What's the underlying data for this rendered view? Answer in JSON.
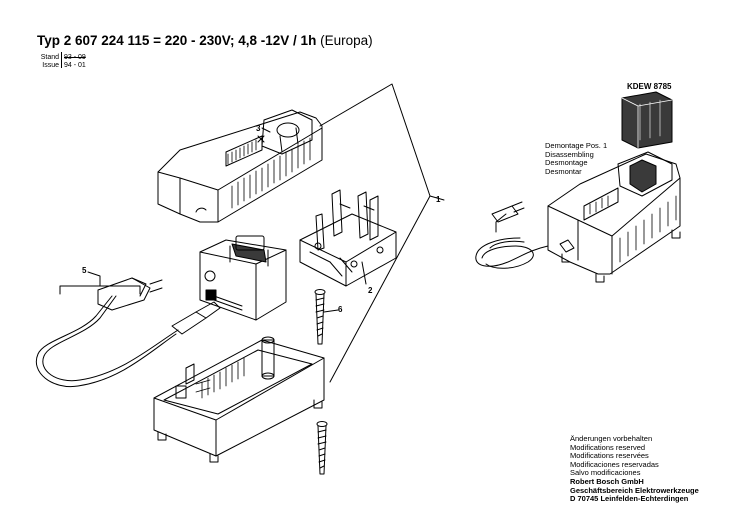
{
  "header": {
    "title_bold": "Typ 2 607 224 115  = 220 - 230V; 4,8 -12V / 1h",
    "title_suffix": " (Europa)",
    "stand_label": "Stand",
    "stand_value": "93 - 09",
    "issue_label": "Issue",
    "issue_value": "94 - 01"
  },
  "callouts": {
    "c1": "1",
    "c2": "2",
    "c3": "3",
    "c5": "5",
    "c6": "6"
  },
  "tool": {
    "code": "KDEW 8785",
    "note_lines": [
      "Demontage Pos. 1",
      "Disassembling",
      "Desmontage",
      "Desmontar"
    ]
  },
  "footer": {
    "notice_lines": [
      "Änderungen vorbehalten",
      "Modifications reserved",
      "Modifications reservées",
      "Modificaciones reservadas",
      "Salvo modificaciones"
    ],
    "company_lines": [
      "Robert Bosch GmbH",
      "Geschäftsbereich Elektrowerkzeuge",
      "D 70745 Leinfelden-Echterdingen"
    ]
  },
  "colors": {
    "ink": "#000000",
    "paper": "#ffffff",
    "shade": "#3a3a3a"
  }
}
